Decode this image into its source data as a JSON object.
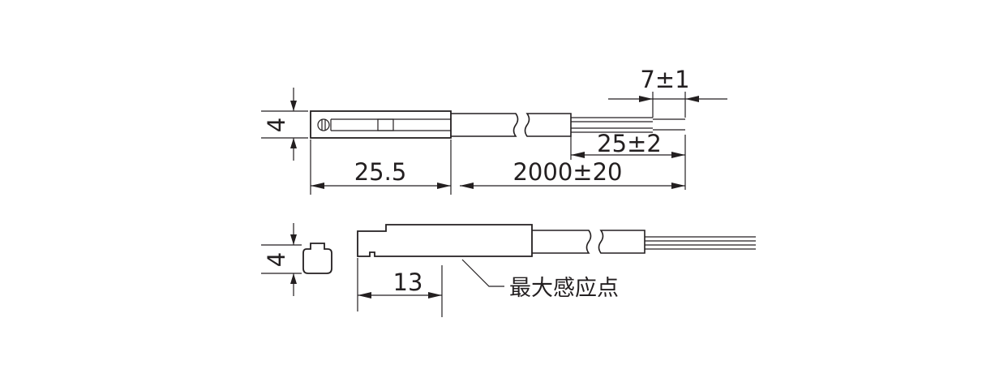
{
  "colors": {
    "line": "#231f20",
    "background": "#ffffff"
  },
  "top_view": {
    "height_dim": "4",
    "body_length_dim": "25.5",
    "cable_length_dim": "2000±20",
    "strip_length_dim": "25±2",
    "wire_end_dim": "7±1"
  },
  "side_view": {
    "height_dim": "4",
    "sensing_point_dim": "13",
    "sensing_point_label": "最大感应点"
  }
}
